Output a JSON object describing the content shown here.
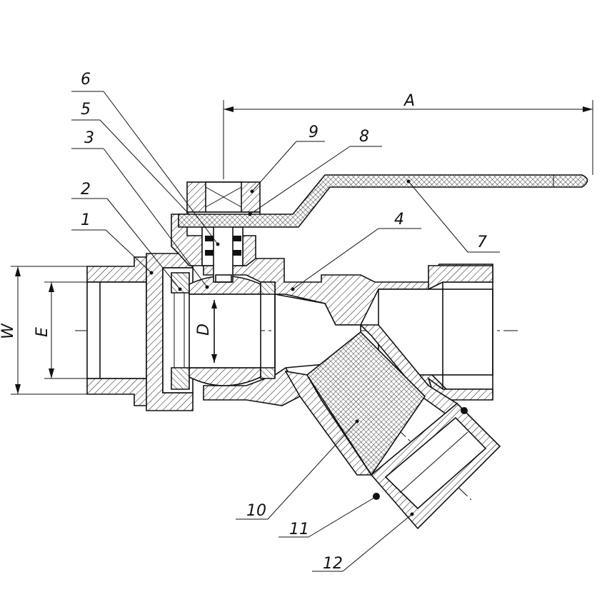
{
  "diagram": {
    "part_labels": [
      {
        "id": "label-1",
        "text": "1"
      },
      {
        "id": "label-2",
        "text": "2"
      },
      {
        "id": "label-3",
        "text": "3"
      },
      {
        "id": "label-4",
        "text": "4"
      },
      {
        "id": "label-5",
        "text": "5"
      },
      {
        "id": "label-6",
        "text": "6"
      },
      {
        "id": "label-7",
        "text": "7"
      },
      {
        "id": "label-8",
        "text": "8"
      },
      {
        "id": "label-9",
        "text": "9"
      },
      {
        "id": "label-10",
        "text": "10"
      },
      {
        "id": "label-11",
        "text": "11"
      },
      {
        "id": "label-12",
        "text": "12"
      }
    ],
    "dimensions": {
      "A": "A",
      "W": "W",
      "E": "E",
      "D": "D"
    }
  }
}
